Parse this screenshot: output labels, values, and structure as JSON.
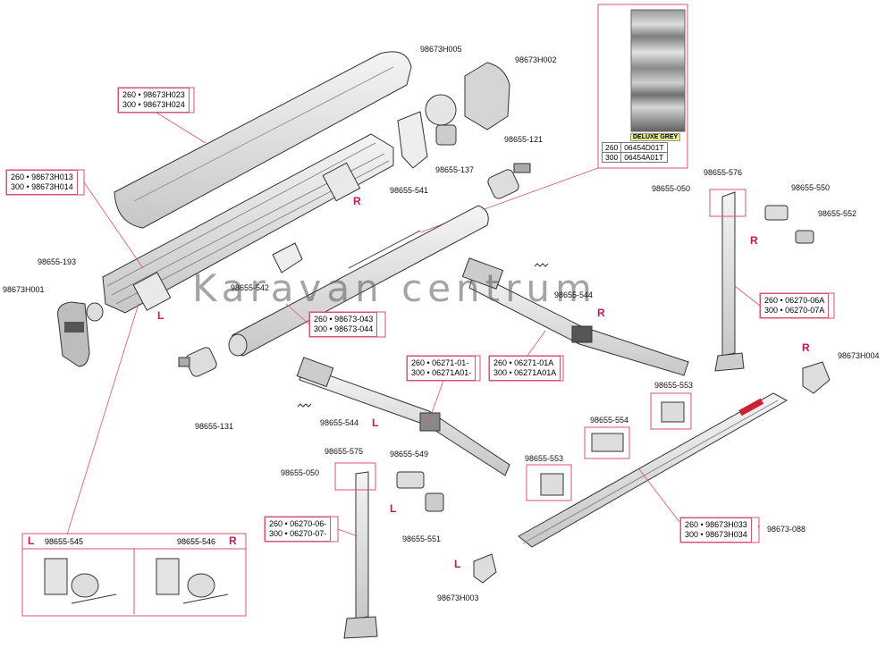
{
  "labels": {
    "p98673H005": "98673H005",
    "p98673H002": "98673H002",
    "p98655_121": "98655-121",
    "p98655_137": "98655-137",
    "p98655_541": "98655-541",
    "p98655_193": "98655-193",
    "p98673H001": "98673H001",
    "p98655_542": "98655-542",
    "p98655_131": "98655-131",
    "p98655_544_top": "98655-544",
    "p98655_544_mid": "98655-544",
    "p98655_576": "98655-576",
    "p98655_050_top": "98655-050",
    "p98655_550": "98655-550",
    "p98655_552": "98655-552",
    "p98673H004": "98673H004",
    "p98655_553_a": "98655-553",
    "p98655_554": "98655-554",
    "p98655_553_b": "98655-553",
    "p98655_575": "98655-575",
    "p98655_050_bot": "98655-050",
    "p98655_549": "98655-549",
    "p98655_551": "98655-551",
    "p98673H003": "98673H003",
    "p98673_088": "98673-088"
  },
  "boxes": {
    "cover": [
      "260 • 98673H023",
      "300 • 98673H024"
    ],
    "profile": [
      "260 • 98673H013",
      "300 • 98673H014"
    ],
    "roller": [
      "260 • 98673-043",
      "300 • 98673-044"
    ],
    "arm_right": [
      "260 • 06271-01A",
      "300 • 06271A01A"
    ],
    "arm_left": [
      "260 • 06271-01-",
      "300 • 06271A01-"
    ],
    "leg_right": [
      "260 • 06270-06A",
      "300 • 06270-07A"
    ],
    "leg_left": [
      "260 • 06270-06-",
      "300 • 06270-07-"
    ],
    "front_bar": [
      "260 • 98673H033",
      "300 • 98673H034"
    ]
  },
  "swatch": {
    "name": "DELUXE GREY",
    "rows": [
      {
        "size": "260",
        "code": "06454D01T"
      },
      {
        "size": "300",
        "code": "06454A01T"
      }
    ]
  },
  "sides": {
    "R1": "R",
    "L1": "L",
    "R2": "R",
    "R3": "R",
    "R4": "R",
    "L2": "L",
    "L3": "L",
    "L4": "L",
    "L_panel": "L",
    "R_panel": "R"
  },
  "panel": {
    "left_code": "98655-545",
    "right_code": "98655-546"
  },
  "watermark": "Karavan centrum",
  "colors": {
    "callout_border": "#d9536e",
    "side_marker": "#c0185a",
    "fabric_dark": "#6a6a6a",
    "fabric_light": "#b9b9b9",
    "brand_red": "#cc2233"
  }
}
